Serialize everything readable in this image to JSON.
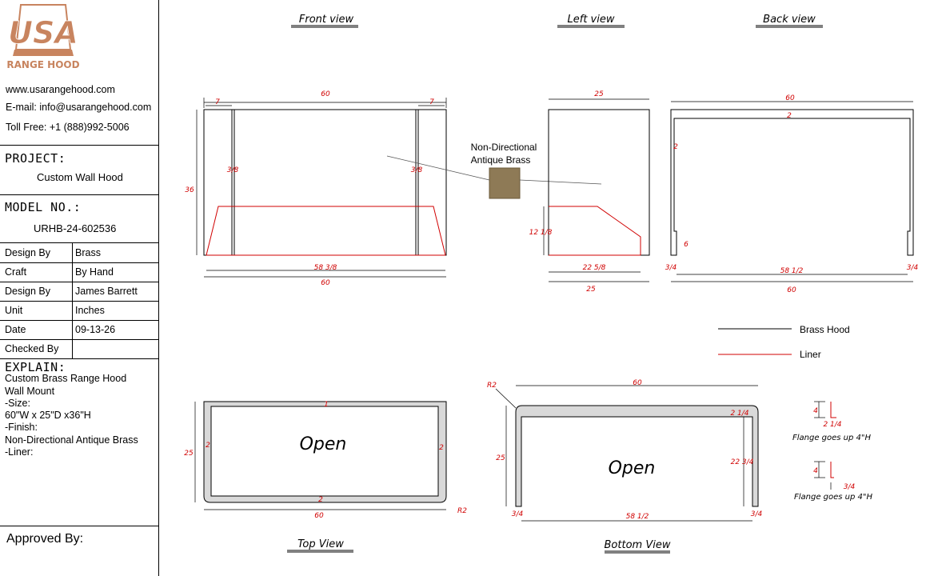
{
  "logo": {
    "letters": "USA",
    "subtitle": "RANGE HOOD",
    "color": "#c8845f"
  },
  "contact": {
    "website": "www.usarangehood.com",
    "email": "E-mail: info@usarangehood.com",
    "phone": "Toll Free: +1 (888)992-5006"
  },
  "project": {
    "title": "PROJECT:",
    "value": "Custom Wall Hood"
  },
  "model": {
    "title": "MODEL NO.:",
    "value": "URHB-24-602536"
  },
  "specs": [
    {
      "key": "Design By",
      "value": "Brass"
    },
    {
      "key": "Craft",
      "value": "By Hand"
    },
    {
      "key": "Design By",
      "value": "James Barrett"
    },
    {
      "key": "Unit",
      "value": "Inches"
    },
    {
      "key": "Date",
      "value": "09-13-26"
    },
    {
      "key": "Checked By",
      "value": ""
    }
  ],
  "explain": {
    "title": "EXPLAIN:",
    "lines": [
      "Custom Brass Range Hood",
      "Wall Mount",
      "-Size:",
      "60\"W x 25\"D x36\"H",
      "-Finish:",
      "Non-Directional Antique Brass",
      "-Liner:"
    ]
  },
  "approved": "Approved By:",
  "views": {
    "front": "Front view",
    "left": "Left view",
    "back": "Back view",
    "top": "Top View",
    "bottom": "Bottom View"
  },
  "finish_label": [
    "Non-Directional",
    "Antique Brass"
  ],
  "legend": {
    "brass": "Brass Hood",
    "liner": "Liner"
  },
  "open_label": "Open",
  "flange_note_1": "Flange goes up 4\"H",
  "flange_note_2": "Flange goes up 4\"H",
  "colors": {
    "dim": "#d00000",
    "swatch": "#8e7a56",
    "logo": "#c8845f"
  },
  "dims": {
    "front_width": "60",
    "front_flange": "7",
    "front_height": "36",
    "front_thick": "3/8",
    "front_liner_width": "58 3/8",
    "left_depth": "25",
    "left_liner_height": "12 1/8",
    "left_liner_depth": "22 5/8",
    "back_width": "60",
    "back_thick": "2",
    "back_return": "6",
    "back_edge": "3/4",
    "back_inner": "58 1/2",
    "top_width": "60",
    "top_depth": "25",
    "top_thick": "2",
    "top_radius": "R2",
    "top_edge": "1",
    "bottom_width": "60",
    "bottom_depth": "25",
    "bottom_radius": "R2",
    "bottom_small": "2 1/4",
    "bottom_inner_depth": "22 3/4",
    "bottom_inner_width": "58 1/2",
    "bottom_edge": "3/4",
    "flange_h": "4",
    "flange_a": "2 1/4",
    "flange_b": "3/4"
  }
}
